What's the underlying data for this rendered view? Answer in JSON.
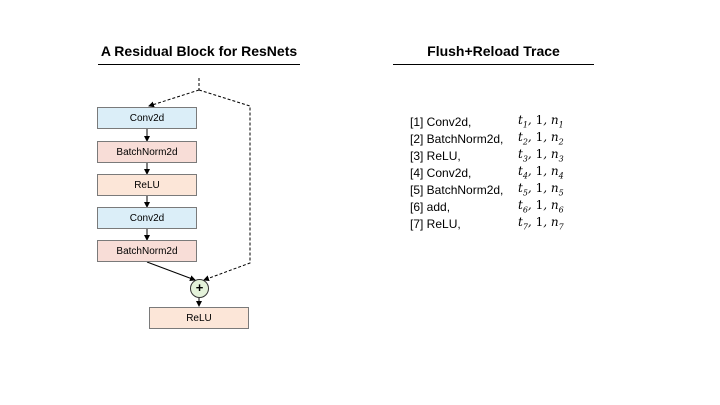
{
  "left_panel": {
    "title": "A Residual Block for ResNets",
    "blocks": [
      "Conv2d",
      "BatchNorm2d",
      "ReLU",
      "Conv2d",
      "BatchNorm2d"
    ],
    "add_symbol": "+",
    "output_block": "ReLU"
  },
  "right_panel": {
    "title": "Flush+Reload Trace",
    "rows": [
      {
        "op": "[1] Conv2d,",
        "t": "t",
        "t_sub": "1",
        "mid": "1",
        "n": "n",
        "n_sub": "1"
      },
      {
        "op": "[2] BatchNorm2d,",
        "t": "t",
        "t_sub": "2",
        "mid": "1",
        "n": "n",
        "n_sub": "2"
      },
      {
        "op": "[3] ReLU,",
        "t": "t",
        "t_sub": "3",
        "mid": "1",
        "n": "n",
        "n_sub": "3"
      },
      {
        "op": "[4] Conv2d,",
        "t": "t",
        "t_sub": "4",
        "mid": "1",
        "n": "n",
        "n_sub": "4"
      },
      {
        "op": "[5] BatchNorm2d,",
        "t": "t",
        "t_sub": "5",
        "mid": "1",
        "n": "n",
        "n_sub": "5"
      },
      {
        "op": "[6] add,",
        "t": "t",
        "t_sub": "6",
        "mid": "1",
        "n": "n",
        "n_sub": "6"
      },
      {
        "op": "[7] ReLU,",
        "t": "t",
        "t_sub": "7",
        "mid": "1",
        "n": "n",
        "n_sub": "7"
      }
    ]
  },
  "colors": {
    "conv": "#dbeef8",
    "batchnorm": "#f8ddd7",
    "relu": "#fce6d8",
    "add": "#e4f2da"
  }
}
